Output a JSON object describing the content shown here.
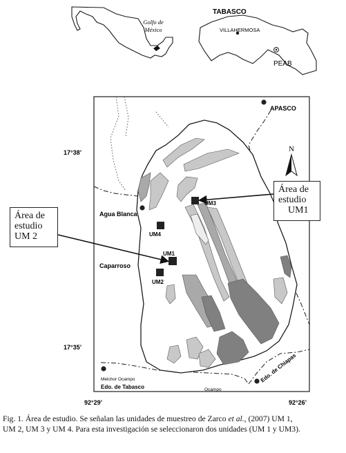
{
  "inset_mexico": {
    "gulf_label_line1": "Golfo de",
    "gulf_label_line2": "México"
  },
  "inset_tabasco": {
    "state_label": "TABASCO",
    "city_label": "VILLAHERMOSA",
    "site_label": "PEAB"
  },
  "map": {
    "place_apasco": "APASCO",
    "place_agua_blanca": "Agua Blanca",
    "place_caparroso": "Caparroso",
    "place_melchor_ocampo": "Melchor Ocampo",
    "place_ocampo": "Ocampo",
    "state_tabasco": "Edo. de Tabasco",
    "state_chiapas": "Edo. de Chiapas",
    "north_label": "N",
    "lat_top": "17°38’",
    "lat_bottom": "17°35’",
    "lon_left": "92°29’",
    "lon_right": "92°26’",
    "units": {
      "um1": "UM1",
      "um2": "UM2",
      "um3": "UM3",
      "um4": "UM4"
    }
  },
  "callouts": {
    "um1_line1": "Área de",
    "um1_line2": "estudio",
    "um1_line3": "UM1",
    "um2_line1": "Área de",
    "um2_line2": "estudio",
    "um2_line3": "UM 2"
  },
  "caption": {
    "line1_a": "Fig. 1. Área de estudio. Se señalan las unidades de muestreo de Zarco ",
    "line1_italic": "et al.",
    "line1_b": ", (2007) UM 1,",
    "line2": "UM 2, UM 3 y UM 4. Para esta investigación se seleccionaron dos unidades (UM 1 y UM3)."
  },
  "colors": {
    "light_gray": "#c8c8c8",
    "mid_gray": "#a9a9a9",
    "dark_gray": "#808080",
    "outline": "#1a1a1a"
  }
}
